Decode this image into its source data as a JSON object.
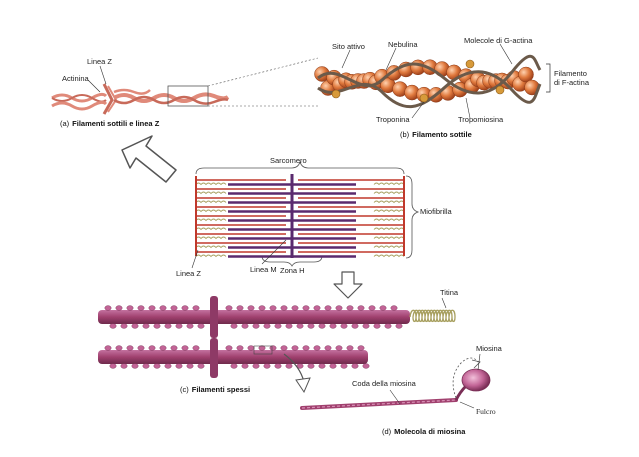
{
  "panel_a": {
    "label_linea_z": "Linea Z",
    "label_actinina": "Actinina",
    "caption_letter": "(a)",
    "caption_text": "Filamenti sottili e linea Z"
  },
  "panel_b": {
    "label_sito_attivo": "Sito attivo",
    "label_nebulina": "Nebulina",
    "label_g_actina": "Molecole di G-actina",
    "label_f_actina": "Filamento\ndi F-actina",
    "label_troponina": "Troponina",
    "label_tropomiosina": "Tropomiosina",
    "caption_letter": "(b)",
    "caption_text": "Filamento sottile"
  },
  "sarcomere": {
    "label_sarcomero": "Sarcomero",
    "label_miofibrilla": "Miofibrilla",
    "label_linea_z": "Linea Z",
    "label_linea_m": "Linea M",
    "label_zona_h": "Zona H"
  },
  "panel_c": {
    "label_titina": "Titina",
    "caption_letter": "(c)",
    "caption_text": "Filamenti spessi"
  },
  "panel_d": {
    "label_miosina": "Miosina",
    "label_coda": "Coda della miosina",
    "label_fulcro": "Fulcro",
    "caption_letter": "(d)",
    "caption_text": "Molecola di miosina"
  },
  "colors": {
    "thin_filament": "#e08a7a",
    "actin_bead": "#e07a3e",
    "tropomyosin": "#6b5a4a",
    "thick_filament": "#a0406e",
    "zline": "#c0392b",
    "titin": "#a8a060",
    "arrow_fill": "#ffffff",
    "arrow_stroke": "#555555"
  }
}
